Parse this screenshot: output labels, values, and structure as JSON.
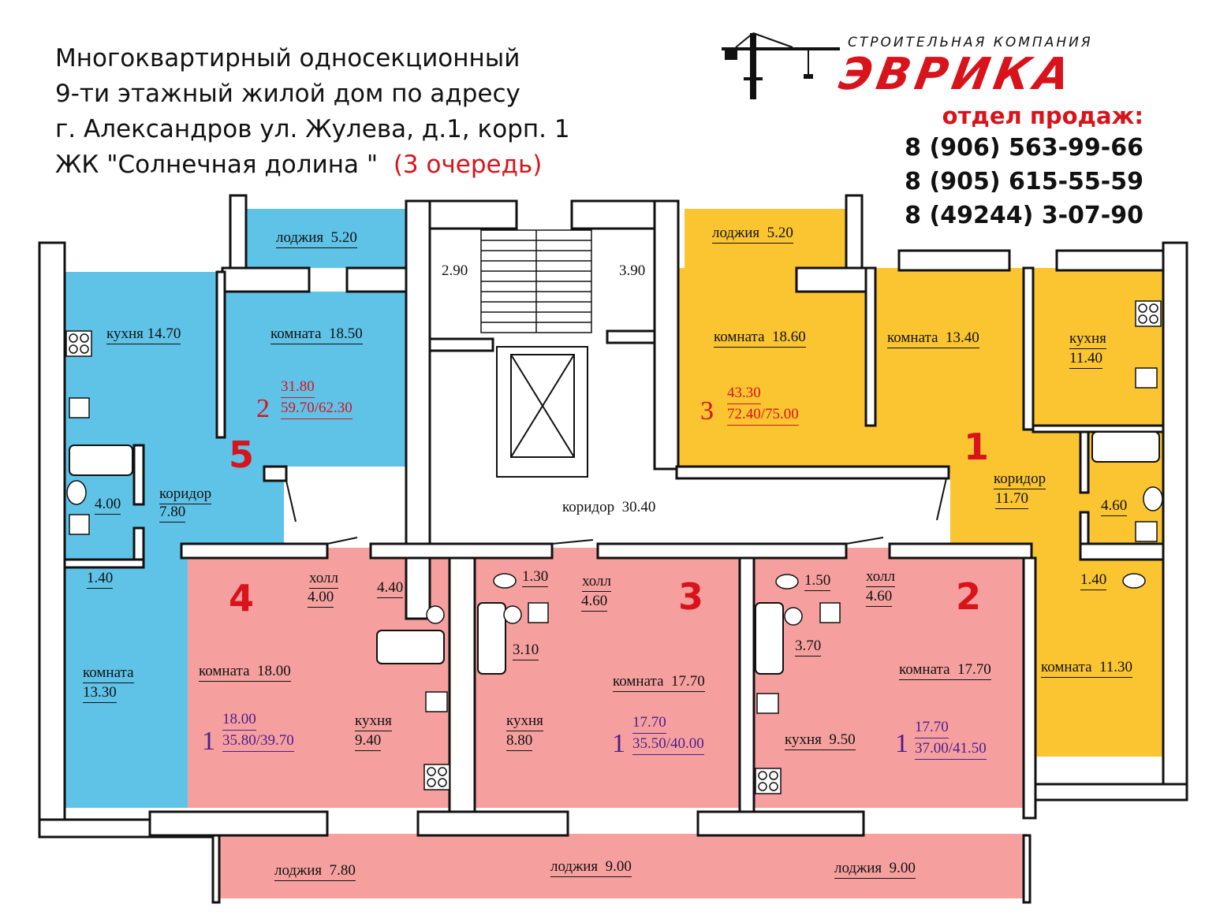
{
  "header": {
    "line1": "Многоквартирный односекционный",
    "line2": "9-ти этажный жилой дом по адресу",
    "line3": "г. Александров ул. Жулева, д.1, корп. 1",
    "line4": "ЖК \"Солнечная долина \"",
    "queue": "(3 очередь)"
  },
  "logo": {
    "subtitle": "СТРОИТЕЛЬНАЯ КОМПАНИЯ",
    "name": "ЭВРИКА"
  },
  "sales": {
    "title": "отдел продаж:",
    "phone1": "8 (906) 563-99-66",
    "phone2": "8 (905) 615-55-59",
    "phone3": "8 (49244) 3-07-90"
  },
  "colors": {
    "blue": "#5fc3e8",
    "yellow": "#fbc531",
    "pink": "#f5a09e",
    "wall": "#ffffff",
    "wall_stroke": "#111111",
    "accent": "#d8131b",
    "purple": "#4b1d8f"
  },
  "plan": {
    "stair_left": "2.90",
    "stair_right": "3.90",
    "corridor_main": "коридор  30.40",
    "apt5": {
      "number": "5",
      "rooms": "2",
      "living": "31.80",
      "total": "59.70/62.30",
      "loggia": "лоджия  5.20",
      "kitchen": "кухня 14.70",
      "room1": "комната  18.50",
      "bath": "4.00",
      "corridor1": "коридор",
      "corridor2": "7.80",
      "wc": "1.40",
      "room2a": "комната",
      "room2b": "13.30"
    },
    "apt1": {
      "number": "1",
      "rooms": "3",
      "living": "43.30",
      "total": "72.40/75.00",
      "loggia": "лоджия  5.20",
      "room1": "комната  18.60",
      "room2": "комната  13.40",
      "kitchen1": "кухня",
      "kitchen2": "11.40",
      "corridor1": "коридор",
      "corridor2": "11.70",
      "bath": "4.60",
      "wc": "1.40",
      "room3": "комната  11.30"
    },
    "apt4": {
      "number": "4",
      "rooms": "1",
      "living": "18.00",
      "total": "35.80/39.70",
      "hall1": "холл",
      "hall2": "4.00",
      "bath": "4.40",
      "room": "комната  18.00",
      "kitchen1": "кухня",
      "kitchen2": "9.40",
      "loggia": "лоджия  7.80"
    },
    "apt3": {
      "number": "3",
      "rooms": "1",
      "living": "17.70",
      "total": "35.50/40.00",
      "wc": "1.30",
      "hall1": "холл",
      "hall2": "4.60",
      "bath": "3.10",
      "room": "комната  17.70",
      "kitchen1": "кухня",
      "kitchen2": "8.80",
      "loggia": "лоджия  9.00"
    },
    "apt2": {
      "number": "2",
      "rooms": "1",
      "living": "17.70",
      "total": "37.00/41.50",
      "wc": "1.50",
      "hall1": "холл",
      "hall2": "4.60",
      "bath": "3.70",
      "room": "комната  17.70",
      "kitchen": "кухня  9.50",
      "loggia": "лоджия  9.00"
    }
  }
}
